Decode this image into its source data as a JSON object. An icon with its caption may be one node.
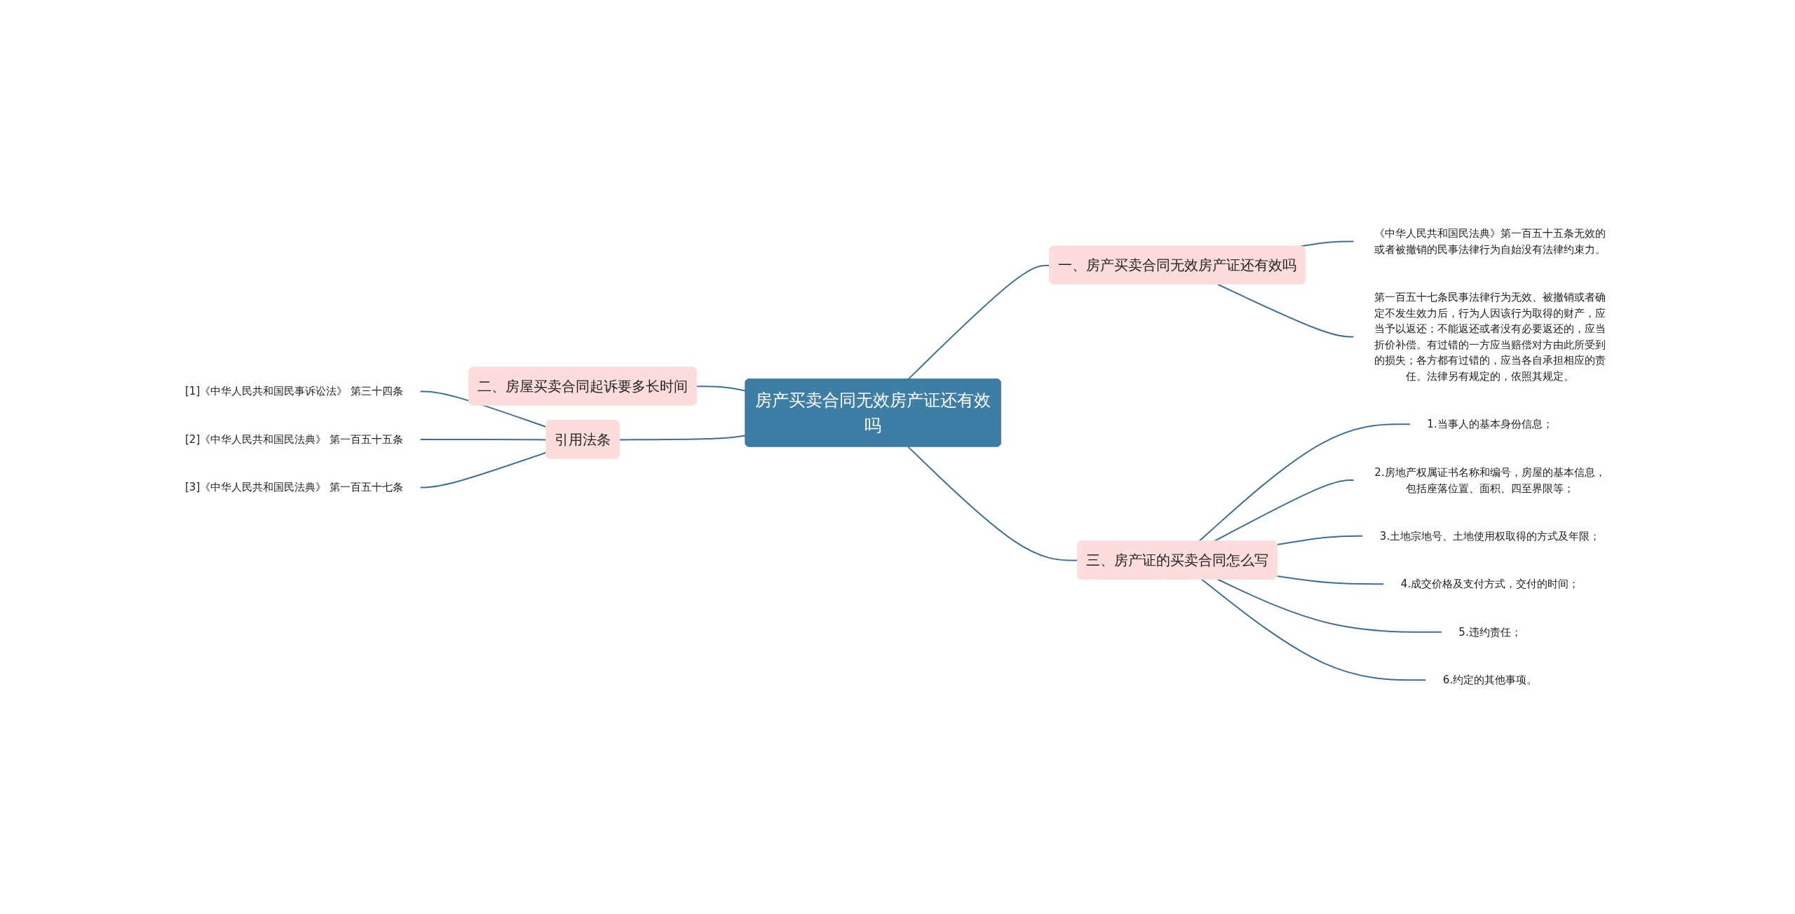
{
  "diagram": {
    "nodes": [
      {
        "text": [
          "房产买卖合同无效房产证还有效吗"
        ]
      },
      {
        "text": [
          "一、房产买卖合同无效房产证还有效吗"
        ]
      },
      {
        "text": [
          "《中华人民共和国民法典》第一百五十五条无效的或者被撤销的民事法律行为自始没有法律约束力。"
        ]
      },
      {
        "text": [
          "第一百五十七条民事法律行为无效、被撤销或者确定不发生效力后，行为人因该行为取得的财产，应当予以返还；不能返还或者没有必要返还的，应当折价补偿。有过错的一方应当赔偿对方由此所受到的损失；各方都有过错的，应当各自承担相应的责任。法律另有规定的，依照其规定。"
        ]
      },
      {
        "text": [
          "三、房产证的买卖合同怎么写"
        ]
      },
      {
        "text": [
          "1.当事人的基本身份信息；"
        ]
      },
      {
        "text": [
          "2.房地产权属证书名称和编号，房屋的基本信息，包括座落位置、面积、四至界限等；"
        ]
      },
      {
        "text": [
          "3.土地宗地号、土地使用权取得的方式及年限；"
        ]
      },
      {
        "text": [
          "4.成交价格及支付方式，交付的时间；"
        ]
      },
      {
        "text": [
          "5.违约责任；"
        ]
      },
      {
        "text": [
          "6.约定的其他事项。"
        ]
      },
      {
        "text": [
          "二、房屋买卖合同起诉要多长时间"
        ]
      },
      {
        "text": [
          "引用法条"
        ]
      },
      {
        "text": [
          "[1]《中华人民共和国民事诉讼法》 第三十四条"
        ]
      },
      {
        "text": [
          "[2]《中华人民共和国民法典》 第一百五十五条"
        ]
      },
      {
        "text": [
          "[3]《中华人民共和国民法典》 第一百五十七条"
        ]
      }
    ],
    "edges": [
      {
        "from": 0,
        "to": 1,
        "arrow": "none"
      },
      {
        "from": 1,
        "to": 2,
        "arrow": "none"
      },
      {
        "from": 1,
        "to": 3,
        "arrow": "none"
      },
      {
        "from": 0,
        "to": 4,
        "arrow": "none"
      },
      {
        "from": 4,
        "to": 5,
        "arrow": "none"
      },
      {
        "from": 4,
        "to": 6,
        "arrow": "none"
      },
      {
        "from": 4,
        "to": 7,
        "arrow": "none"
      },
      {
        "from": 4,
        "to": 8,
        "arrow": "none"
      },
      {
        "from": 4,
        "to": 9,
        "arrow": "none"
      },
      {
        "from": 4,
        "to": 10,
        "arrow": "none"
      },
      {
        "from": 11,
        "to": 0,
        "arrow": "none"
      },
      {
        "from": 12,
        "to": 0,
        "arrow": "none"
      },
      {
        "from": 13,
        "to": 12,
        "arrow": "none"
      },
      {
        "from": 14,
        "to": 12,
        "arrow": "none"
      },
      {
        "from": 15,
        "to": 12,
        "arrow": "none"
      }
    ]
  }
}
